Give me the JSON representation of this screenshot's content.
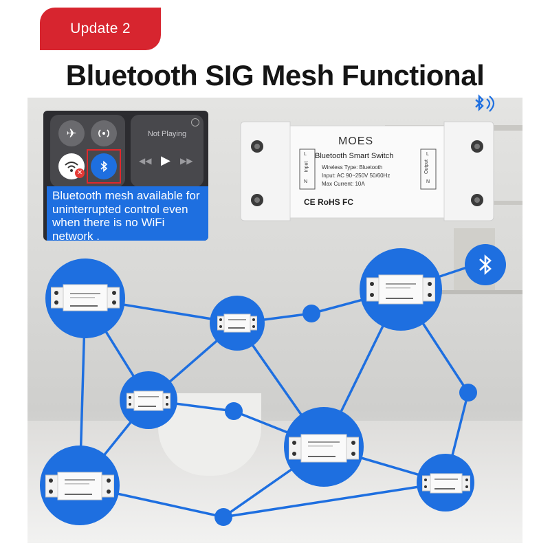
{
  "badge": {
    "label": "Update 2"
  },
  "title": "Bluetooth SIG Mesh Functional",
  "control_panel": {
    "now_playing": "Not Playing",
    "caption": "Bluetooth mesh available for uninterrupted control even when there is no WiFi network ."
  },
  "device": {
    "brand": "MOES",
    "name": "Bluetooth Smart Switch",
    "specs": [
      "Wireless Type: Bluetooth",
      "Input: AC 90~250V 50/60Hz",
      "Max Current: 10A"
    ],
    "input_label": "Input",
    "output_label": "Output",
    "l_label": "L",
    "n_label": "N",
    "certifications": "CE RoHS FC"
  },
  "colors": {
    "accent": "#1e6fe0",
    "badge": "#d7252f",
    "line": "#1e6fe0"
  },
  "icons": [
    "airplane-icon",
    "cellular-icon",
    "wifi-icon",
    "bluetooth-icon",
    "rewind-icon",
    "play-icon",
    "forward-icon",
    "airplay-icon",
    "bluetooth-signal-icon"
  ]
}
